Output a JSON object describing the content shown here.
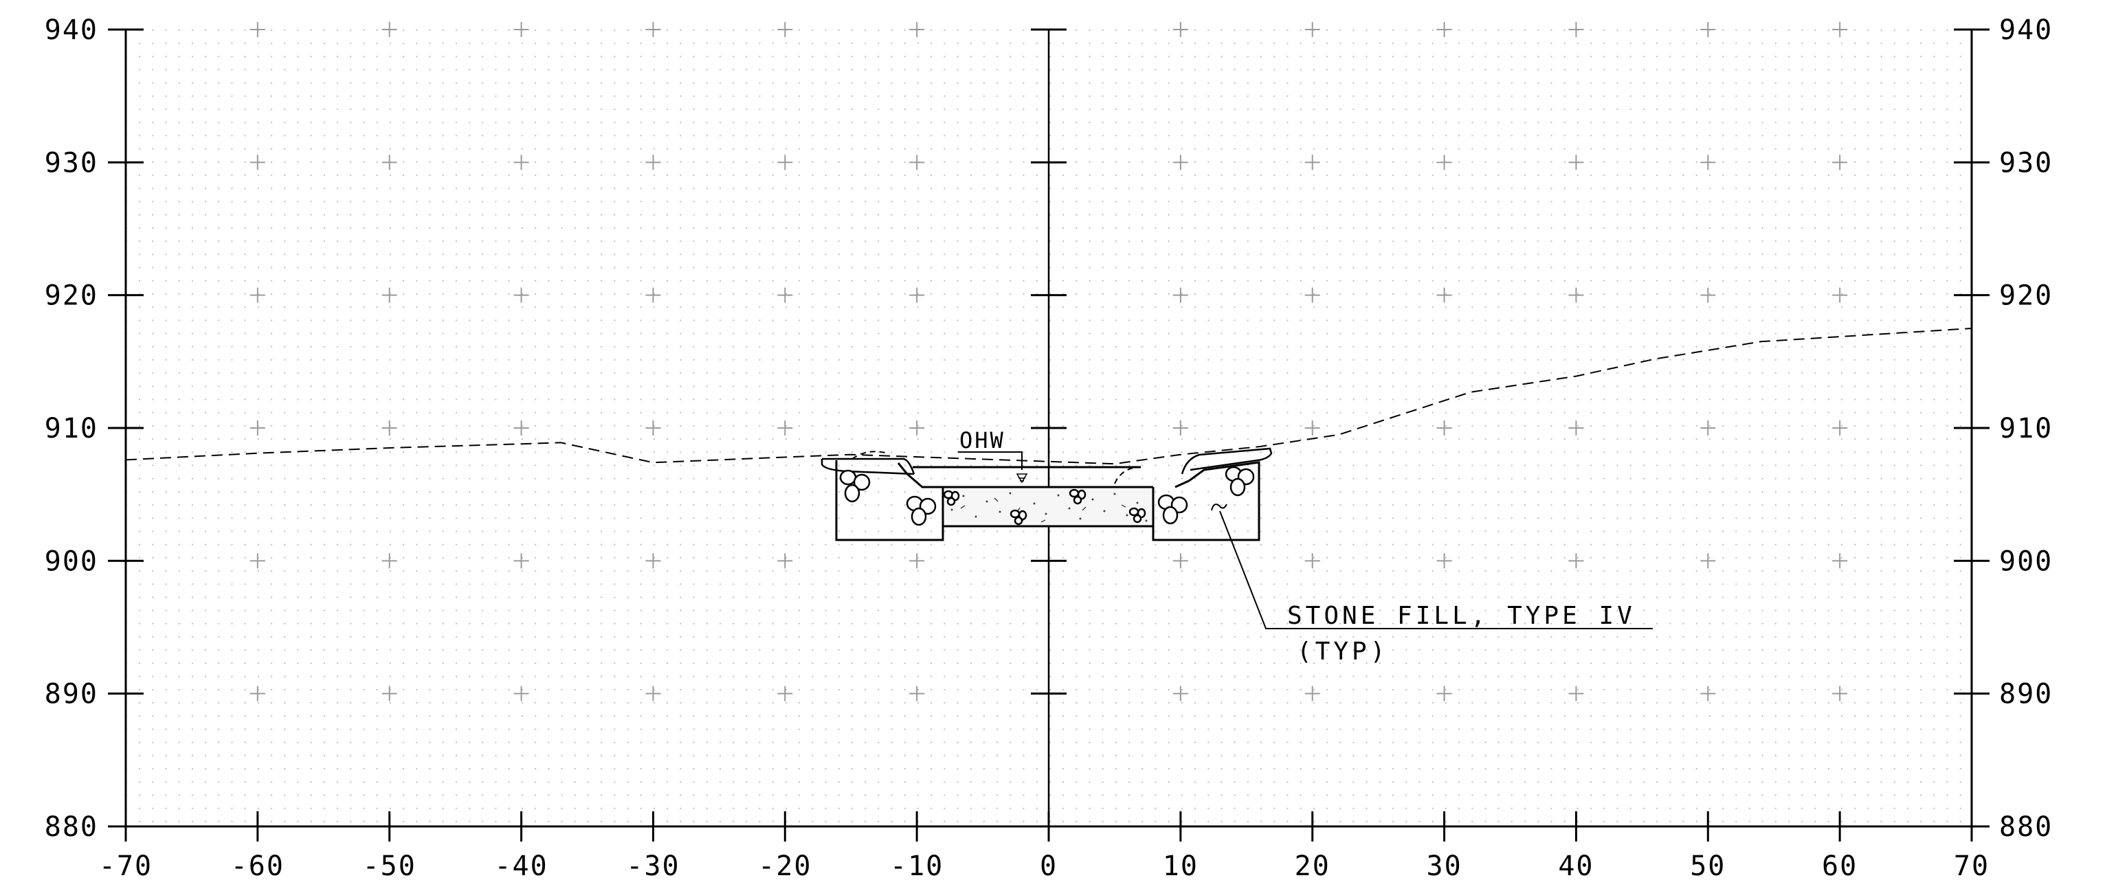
{
  "chart_data": {
    "type": "cross-section",
    "x_ticks": [
      "-70",
      "-60",
      "-50",
      "-40",
      "-30",
      "-20",
      "-10",
      "0",
      "10",
      "20",
      "30",
      "40",
      "50",
      "60",
      "70"
    ],
    "y_ticks": [
      "940",
      "930",
      "920",
      "910",
      "900",
      "890",
      "880"
    ],
    "xlim": [
      -70,
      70
    ],
    "ylim": [
      880,
      940
    ],
    "grid": "dotted minor grid with + markers at major intersections",
    "existing_ground": {
      "style": "dashed",
      "x": [
        -70,
        -60,
        -50,
        -40,
        -37,
        -30,
        -20,
        -15,
        5,
        10,
        16,
        22,
        32,
        40,
        46,
        54,
        70
      ],
      "y": [
        907.6,
        908.1,
        908.5,
        908.8,
        908.9,
        907.4,
        907.8,
        908.0,
        907.3,
        908.0,
        908.6,
        909.5,
        912.7,
        913.9,
        915.2,
        916.5,
        917.5
      ]
    },
    "proposed_section": {
      "style": "solid",
      "outline_x": [
        -15.8,
        -15.8,
        -7.8,
        -7.8,
        7.8,
        7.8,
        16,
        16
      ],
      "outline_y": [
        907.4,
        901.7,
        901.7,
        902.6,
        902.6,
        901.7,
        901.7,
        908.4
      ],
      "water_surface_x": [
        -10,
        7
      ],
      "water_surface_y": 907.1
    },
    "annotations": [
      {
        "text": "OHW",
        "x": -2,
        "y": 907.1
      },
      {
        "text": "STONE FILL, TYPE IV",
        "sub": "(TYP)",
        "x": 12.5,
        "y": 904.4
      }
    ]
  },
  "labels": {
    "ohw": "OHW",
    "stone_fill": "STONE FILL, TYPE IV",
    "typ": "(TYP)"
  },
  "colors": {
    "line": "#000000",
    "grid_dot": "#b0b0b0",
    "grid_cross": "#9a9a9a",
    "background": "#ffffff"
  }
}
